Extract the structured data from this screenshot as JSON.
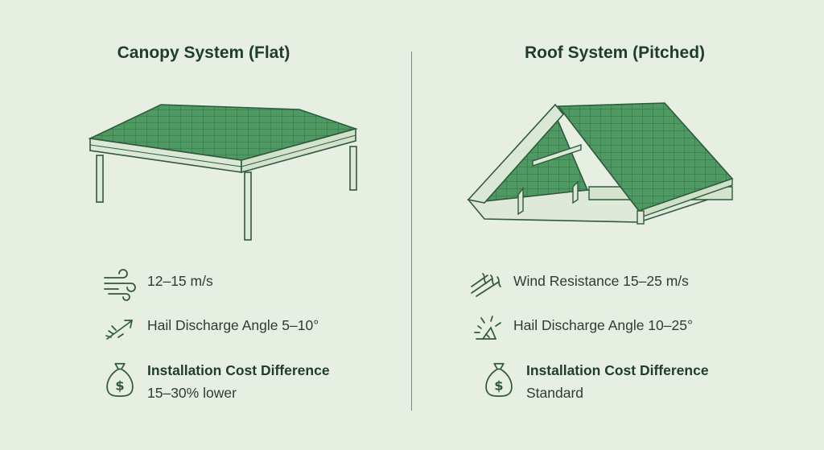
{
  "left": {
    "title": "Canopy System (Flat)",
    "features": [
      {
        "icon": "wind-icon",
        "text": "12–15 m/s"
      },
      {
        "icon": "hail-discharge-icon",
        "text": "Hail Discharge Angle 5–10°"
      },
      {
        "icon": "money-bag-icon",
        "label": "Installation Cost Difference",
        "value": "15–30% lower"
      }
    ]
  },
  "right": {
    "title": "Roof System (Pitched)",
    "features": [
      {
        "icon": "wind-icon",
        "text": "Wind Resistance 15–25 m/s"
      },
      {
        "icon": "hail-discharge-icon",
        "text": "Hail Discharge Angle 10–25°"
      },
      {
        "icon": "money-bag-icon",
        "label": "Installation Cost Difference",
        "value": "Standard"
      }
    ]
  },
  "colors": {
    "background": "#e7efe3",
    "panel_green": "#4f9a62",
    "outline": "#2f5a3c",
    "text": "#1f3d2b"
  }
}
